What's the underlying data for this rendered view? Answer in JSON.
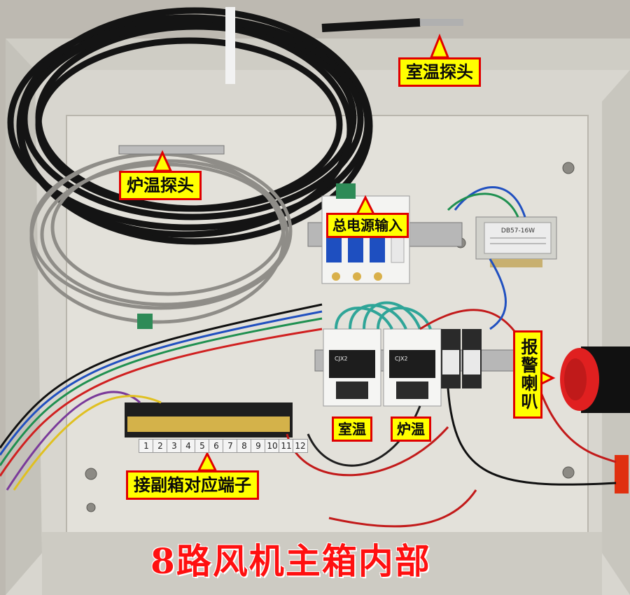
{
  "labels": {
    "room_temp_probe": "室温探头",
    "furnace_temp_probe": "炉温探头",
    "main_power_input": "总电源输入",
    "alarm_horn": "报警喇叭",
    "room_temp": "室温",
    "furnace_temp": "炉温",
    "sub_box_terminals": "接副箱对应端子"
  },
  "title": "8路风机主箱内部",
  "terminal_numbers": [
    "1",
    "2",
    "3",
    "4",
    "5",
    "6",
    "7",
    "8",
    "9",
    "10",
    "11",
    "12"
  ],
  "transformer_label": "DB57-16W",
  "contactor_label": "CJX2",
  "colors": {
    "callout_bg": "#ffff00",
    "callout_border": "#e00000",
    "title": "#ff1010"
  }
}
